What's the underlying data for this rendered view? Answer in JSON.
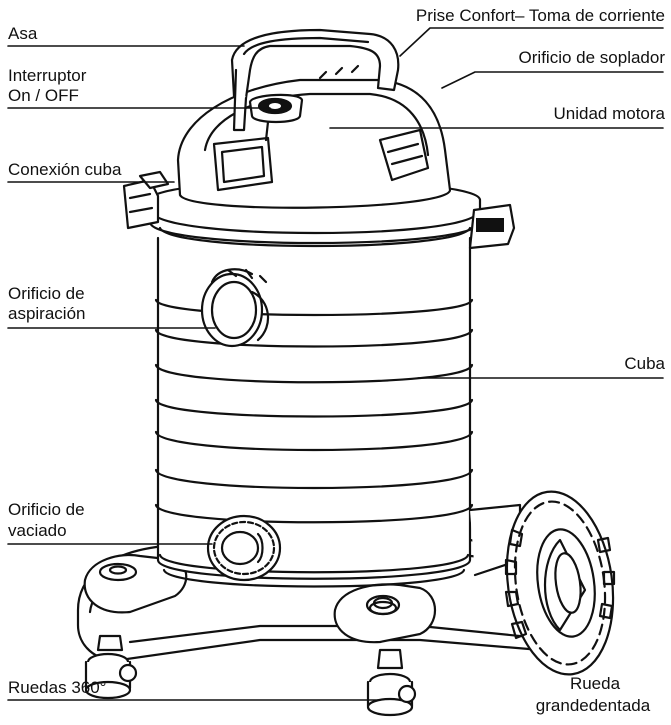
{
  "labels": {
    "asa": "Asa",
    "interruptor_line1": "Interruptor",
    "interruptor_line2": "On / OFF",
    "conexion_cuba": "Conexión cuba",
    "orificio_aspiracion_line1": "Orificio de",
    "orificio_aspiracion_line2": "aspiración",
    "orificio_vaciado_line1": "Orificio de",
    "orificio_vaciado_line2": "vaciado",
    "ruedas_360": "Ruedas 360°",
    "prise_confort": "Prise Confort– Toma de corriente",
    "orificio_soplador": "Orificio de soplador",
    "unidad_motora": "Unidad motora",
    "cuba": "Cuba",
    "rueda_line1": "Rueda",
    "rueda_line2": "grandedentada"
  },
  "colors": {
    "ink": "#111111",
    "background": "#ffffff",
    "shade": "#d9d9d9"
  }
}
